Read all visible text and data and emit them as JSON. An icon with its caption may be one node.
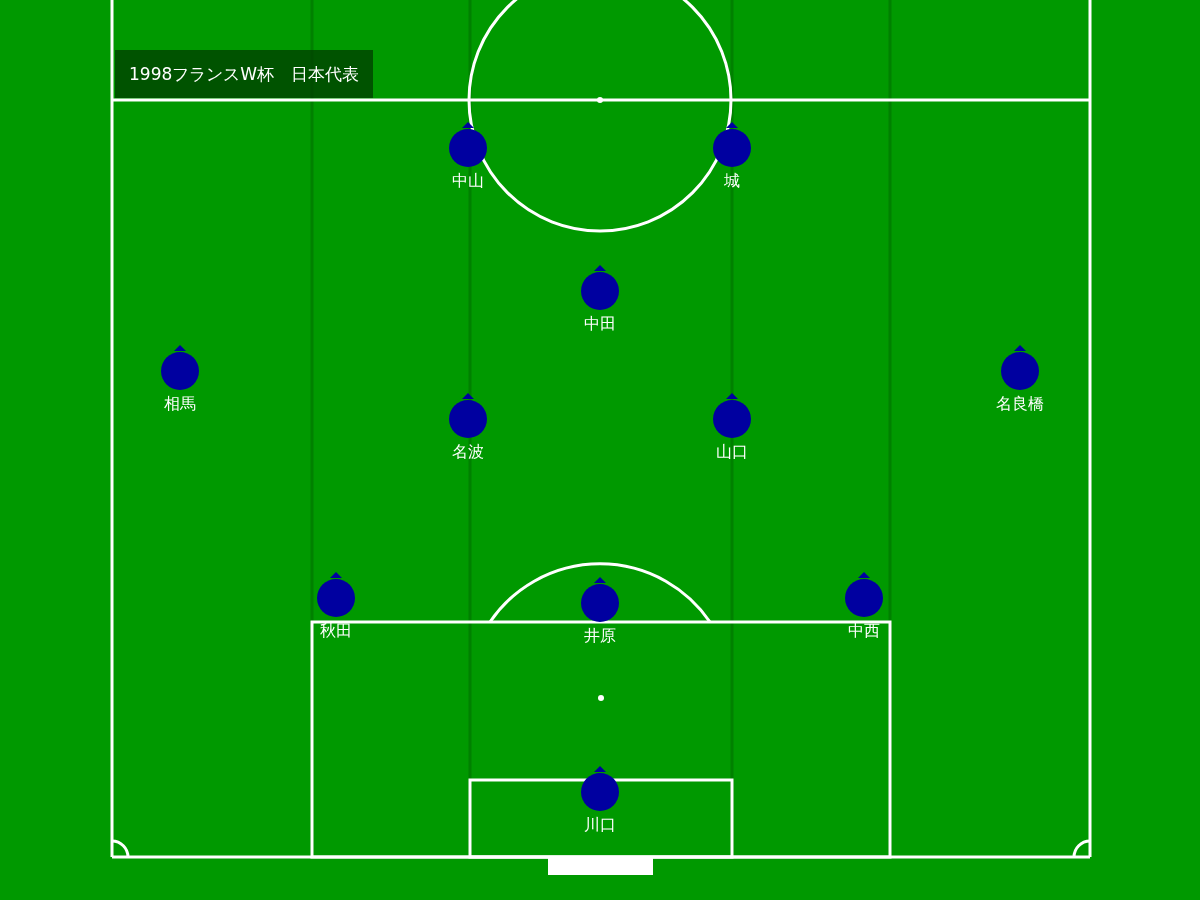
{
  "diagram": {
    "title": "1998フランスW杯　日本代表",
    "nodes": [
      {
        "text": [
          "中山"
        ]
      },
      {
        "text": [
          "城"
        ]
      },
      {
        "text": [
          "中田"
        ]
      },
      {
        "text": [
          "相馬"
        ]
      },
      {
        "text": [
          "名良橋"
        ]
      },
      {
        "text": [
          "名波"
        ]
      },
      {
        "text": [
          "山口"
        ]
      },
      {
        "text": [
          "秋田"
        ]
      },
      {
        "text": [
          "井原"
        ]
      },
      {
        "text": [
          "中西"
        ]
      },
      {
        "text": [
          "川口"
        ]
      }
    ],
    "edges": []
  }
}
